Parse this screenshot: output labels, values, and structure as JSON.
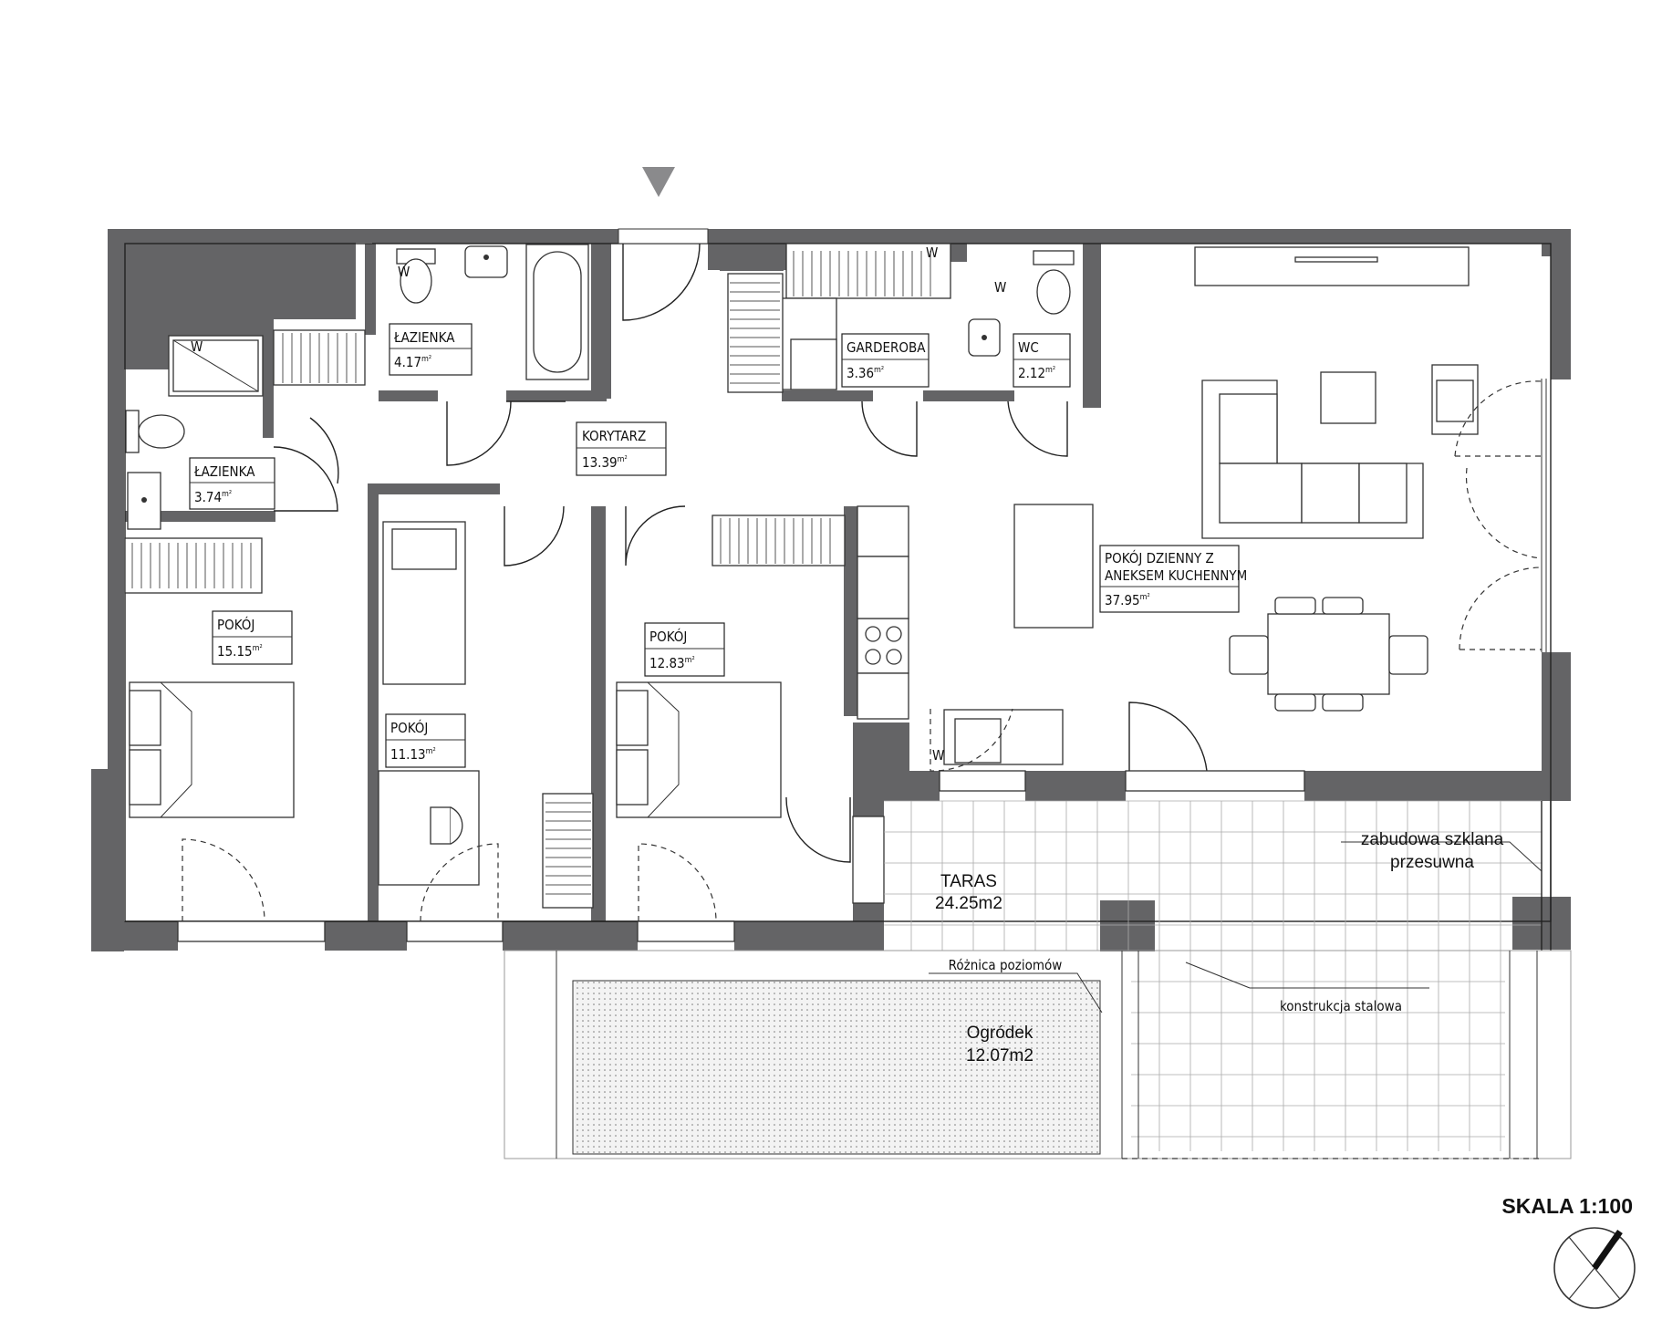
{
  "plan": {
    "rooms": [
      {
        "id": "lazienka-2",
        "name": "ŁAZIENKA",
        "area": "4.17",
        "unit": "m²"
      },
      {
        "id": "lazienka-1",
        "name": "ŁAZIENKA",
        "area": "3.74",
        "unit": "m²"
      },
      {
        "id": "korytarz",
        "name": "KORYTARZ",
        "area": "13.39",
        "unit": "m²"
      },
      {
        "id": "garderoba",
        "name": "GARDEROBA",
        "area": "3.36",
        "unit": "m²"
      },
      {
        "id": "wc",
        "name": "WC",
        "area": "2.12",
        "unit": "m²"
      },
      {
        "id": "pokoj-dzienny",
        "name_line1": "POKÓJ DZIENNY Z",
        "name_line2": "ANEKSEM KUCHENNYM",
        "area": "37.95",
        "unit": "m²"
      },
      {
        "id": "pokoj-1",
        "name": "POKÓJ",
        "area": "15.15",
        "unit": "m²"
      },
      {
        "id": "pokoj-2",
        "name": "POKÓJ",
        "area": "11.13",
        "unit": "m²"
      },
      {
        "id": "pokoj-3",
        "name": "POKÓJ",
        "area": "12.83",
        "unit": "m²"
      }
    ],
    "taras": {
      "name": "TARAS",
      "area": "24.25m2"
    },
    "ogrodek": {
      "name": "Ogródek",
      "area": "12.07m2"
    },
    "notes": {
      "glass_line1": "zabudowa szklana",
      "glass_line2": "przesuwna",
      "level_diff": "Różnica poziomów",
      "steel": "konstrukcja stalowa"
    },
    "water_marker": "W",
    "scale": "SKALA 1:100",
    "icons": [
      "entrance-arrow-icon",
      "north-compass-icon",
      "toilet-icon",
      "sink-icon",
      "bathtub-icon",
      "shower-icon",
      "stove-icon",
      "bed-icon",
      "sofa-icon",
      "table-icon",
      "chair-icon",
      "desk-icon",
      "wardrobe-icon"
    ],
    "colors": {
      "wall": "#646466",
      "line": "#222222",
      "background": "#ffffff"
    }
  }
}
